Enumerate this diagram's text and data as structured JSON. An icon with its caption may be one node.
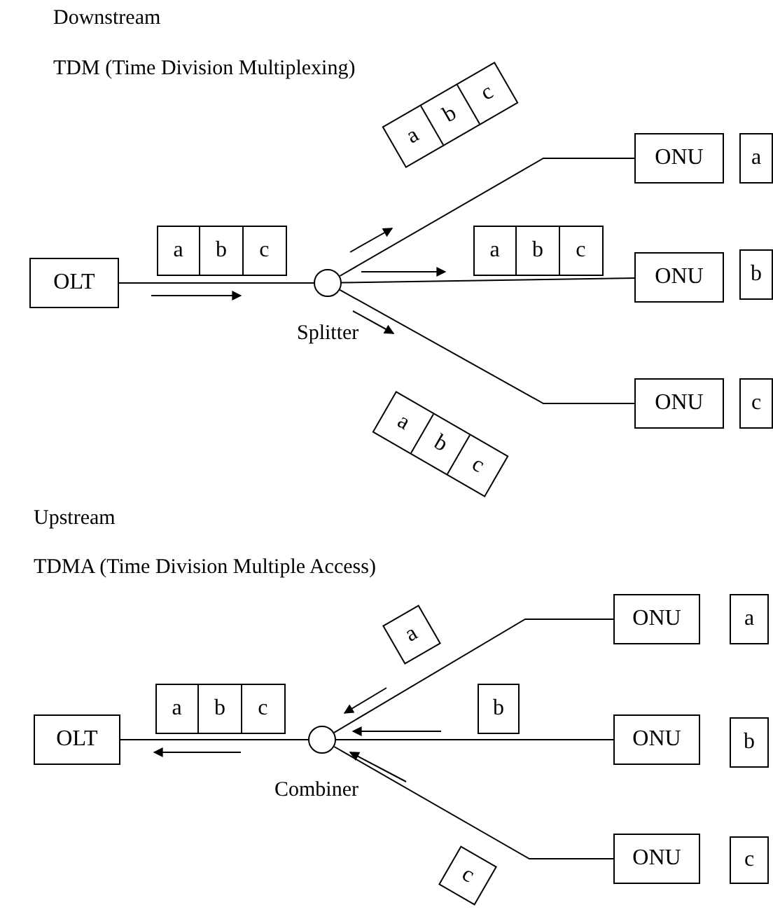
{
  "diagram": {
    "nodes": [
      {
        "text": [
          "OLT"
        ]
      },
      {
        "text": [
          "a",
          "b",
          "c"
        ]
      },
      {
        "text": [],
        "shape": "circle",
        "beside": [
          "Splitter"
        ]
      },
      {
        "text": [
          "a",
          "b",
          "c"
        ]
      },
      {
        "text": [
          "ONU"
        ]
      },
      {
        "text": [
          "a"
        ]
      },
      {
        "text": [
          "a",
          "b",
          "c"
        ]
      },
      {
        "text": [
          "ONU"
        ]
      },
      {
        "text": [
          "b"
        ]
      },
      {
        "text": [
          "a",
          "b",
          "c"
        ]
      },
      {
        "text": [
          "ONU"
        ]
      },
      {
        "text": [
          "c"
        ]
      },
      {
        "text": [
          "OLT"
        ]
      },
      {
        "text": [
          "a",
          "b",
          "c"
        ]
      },
      {
        "text": [],
        "shape": "circle",
        "beside": [
          "Combiner"
        ]
      },
      {
        "text": [
          "a"
        ]
      },
      {
        "text": [
          "ONU"
        ]
      },
      {
        "text": [
          "a"
        ]
      },
      {
        "text": [
          "b"
        ]
      },
      {
        "text": [
          "ONU"
        ]
      },
      {
        "text": [
          "b"
        ]
      },
      {
        "text": [
          "c"
        ]
      },
      {
        "text": [
          "ONU"
        ]
      },
      {
        "text": [
          "c"
        ]
      }
    ],
    "edges": [
      {
        "from": 0,
        "to": 2,
        "arrow": "none"
      },
      {
        "from": 2,
        "to": 4,
        "arrow": "none"
      },
      {
        "from": 2,
        "to": 7,
        "arrow": "none"
      },
      {
        "from": 2,
        "to": 10,
        "arrow": "none"
      },
      {
        "from": 12,
        "to": 14,
        "arrow": "none"
      },
      {
        "from": 14,
        "to": 16,
        "arrow": "none"
      },
      {
        "from": 14,
        "to": 19,
        "arrow": "none"
      },
      {
        "from": 14,
        "to": 22,
        "arrow": "none"
      }
    ],
    "labels": [
      "Downstream",
      "TDM (Time Division Multiplexing)",
      "Upstream",
      "TDMA (Time Division Multiple Access)"
    ]
  }
}
